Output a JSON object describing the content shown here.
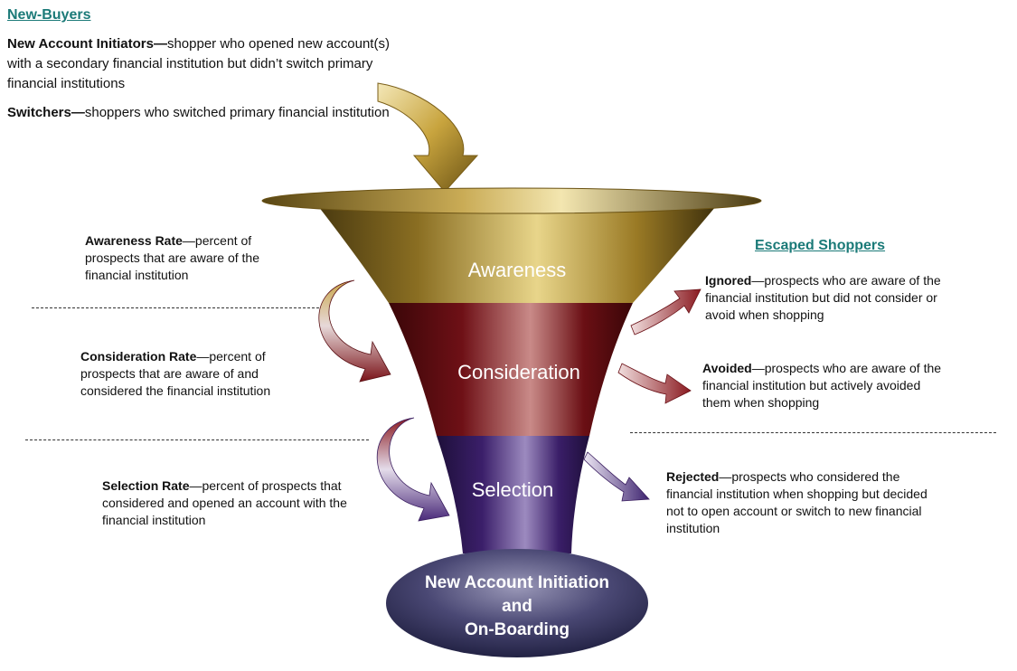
{
  "new_buyers": {
    "heading": "New-Buyers",
    "initiators_term": "New Account Initiators—",
    "initiators_desc": "shopper who opened new account(s) with a secondary financial institution but didn’t switch primary financial institutions",
    "switchers_term": "Switchers—",
    "switchers_desc": "shoppers who switched primary financial institution"
  },
  "rates": {
    "awareness_term": "Awareness Rate",
    "awareness_desc": "—percent of prospects that are aware of the financial institution",
    "consideration_term": "Consideration Rate",
    "consideration_desc": "—percent of prospects that are aware of and considered the financial institution",
    "selection_term": "Selection Rate",
    "selection_desc": "—percent of prospects that considered and opened an account with the financial institution"
  },
  "escaped": {
    "heading": "Escaped Shoppers",
    "ignored_term": "Ignored",
    "ignored_desc": "—prospects who are aware of the financial institution but did not consider or avoid when shopping",
    "avoided_term": "Avoided",
    "avoided_desc": "—prospects who are aware of the financial institution but actively avoided them when shopping",
    "rejected_term": "Rejected",
    "rejected_desc": "—prospects who considered the financial institution when shopping but decided not to open account or switch to new financial institution"
  },
  "funnel": {
    "stage_awareness": "Awareness",
    "stage_consideration": "Consideration",
    "stage_selection": "Selection",
    "base_line1": "New Account Initiation",
    "base_line2": "and",
    "base_line3": "On-Boarding"
  },
  "colors": {
    "heading_teal": "#1b7a78",
    "gold": "#b8942a",
    "maroon": "#6e1016",
    "purple": "#3b1f6a",
    "base_navy": "#2a2a55"
  }
}
